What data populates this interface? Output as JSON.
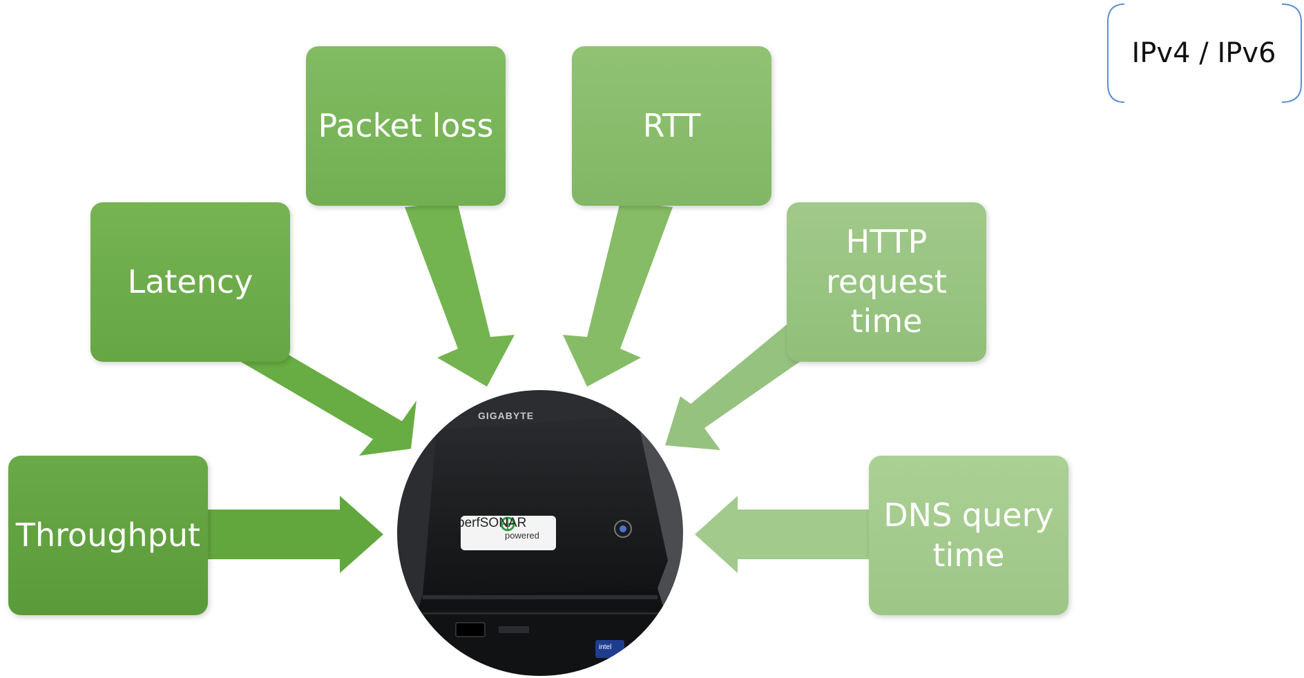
{
  "metrics": {
    "throughput": "Throughput",
    "latency": "Latency",
    "packet_loss": "Packet loss",
    "rtt": "RTT",
    "http": "HTTP\nrequest\ntime",
    "dns": "DNS query\ntime"
  },
  "protocol_label": "IPv4 / IPv6",
  "device": {
    "brand": "GIGABYTE",
    "badge_main": "perfSONAR",
    "badge_sub": "powered",
    "cpu_badge": "intel"
  },
  "colors": {
    "arrow_dark": "#5fa43b",
    "arrow_mid": "#7ab55b",
    "arrow_light": "#9cc986",
    "device_body": "#1b1c1e"
  }
}
